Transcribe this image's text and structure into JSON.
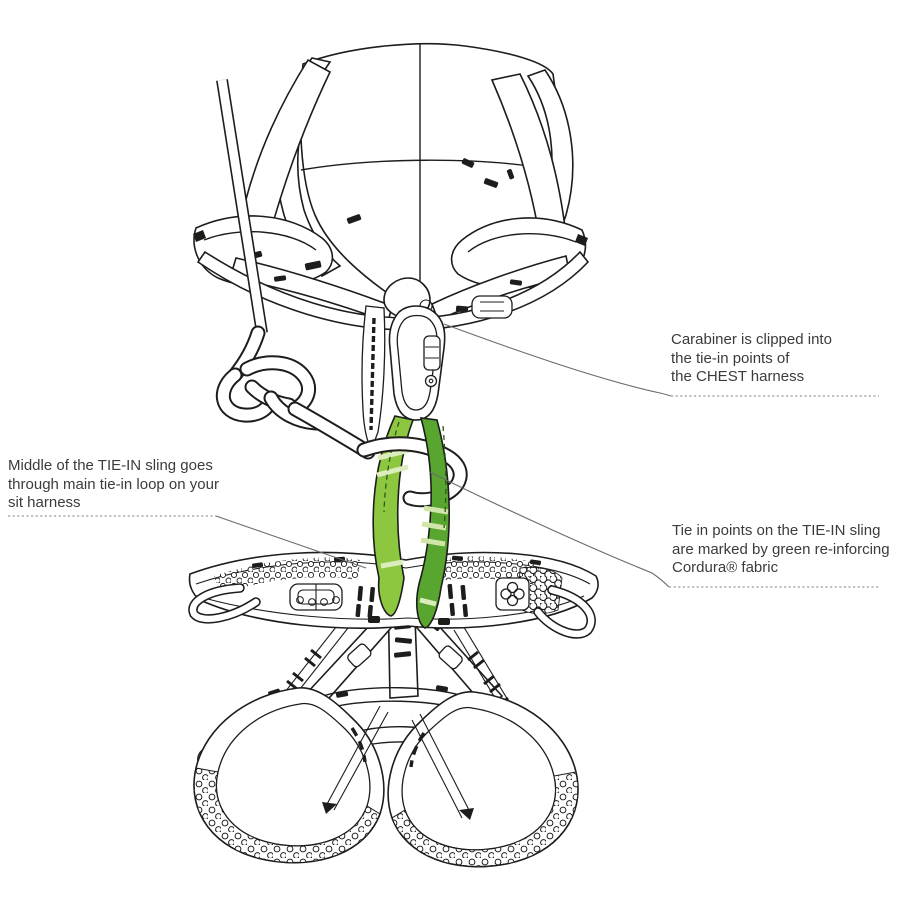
{
  "annotations": [
    {
      "id": "carabiner-note",
      "lines": [
        "Carabiner is clipped into",
        "the tie-in points of",
        "the CHEST harness"
      ]
    },
    {
      "id": "sling-middle-note",
      "lines": [
        "Middle of the TIE-IN sling goes",
        "through main tie-in loop on your",
        "sit harness"
      ]
    },
    {
      "id": "tie-in-points-note",
      "lines": [
        "Tie in points on the TIE-IN sling",
        "are marked by green re-inforcing",
        "Cordura® fabric"
      ]
    }
  ],
  "diagram": {
    "subject": "Chest harness and sit harness joined by a TIE-IN sling, locking carabiner and rope with figure-eight knot",
    "parts": [
      "chest-harness",
      "rope",
      "figure-eight-knot",
      "carabiner",
      "tie-in-sling",
      "sit-harness",
      "waist-belt",
      "belay-strap",
      "leg-loops"
    ],
    "colors": {
      "background": "#ffffff",
      "line_art": "#1d1d1b",
      "sling_green": "#8dc63f",
      "sling_green_dark": "#58a52f",
      "sling_stripe": "#dcecbc",
      "annotation_text": "#3b3b3b",
      "leader_line": "#6b6b6b"
    }
  }
}
